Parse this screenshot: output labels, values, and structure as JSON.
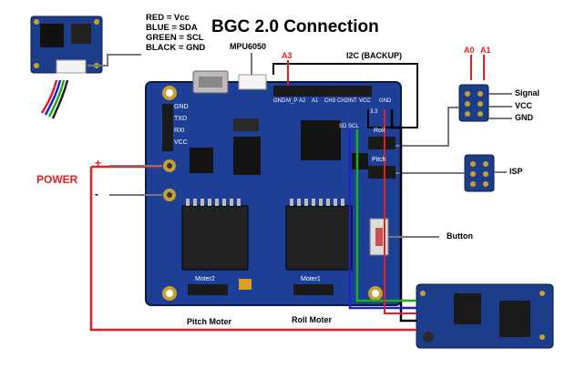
{
  "title": "BGC 2.0 Connection",
  "legend": [
    "RED = Vcc",
    "BLUE = SDA",
    "GREEN = SCL",
    "BLACK = GND"
  ],
  "labels": {
    "mpu": "MPU6050",
    "a3": "A3",
    "i2c": "I2C (BACKUP)",
    "a0": "A0",
    "a1": "A1",
    "signal": "Signal",
    "vcc": "VCC",
    "gnd": "GND",
    "isp": "ISP",
    "button": "Button",
    "power": "POWER",
    "plus": "+",
    "minus": "-",
    "pitch_motor": "Pitch Moter",
    "roll_motor": "Roll Moter"
  },
  "board_silk": {
    "left_pins": [
      "GND",
      "TXD",
      "RXI",
      "VCC"
    ],
    "top_header": [
      "GND",
      "M_P",
      "A2",
      "A1",
      "CH3",
      "CH2",
      "INT",
      "VCC"
    ],
    "sda_scl": "SD SCL",
    "gnd_v": "GND",
    "v33": "3.3",
    "roll": "Roll",
    "pitch": "Pitch",
    "motor2": "Moter2",
    "motor1": "Moter1"
  },
  "colors": {
    "board": "#1d3f95",
    "board_dark": "#15306f",
    "vcc_wire": "#e02020",
    "sda_wire": "#2020d0",
    "scl_wire": "#19b019",
    "gnd_wire": "#000000",
    "connector": "#6b6b6b",
    "gold": "#c8a030"
  }
}
